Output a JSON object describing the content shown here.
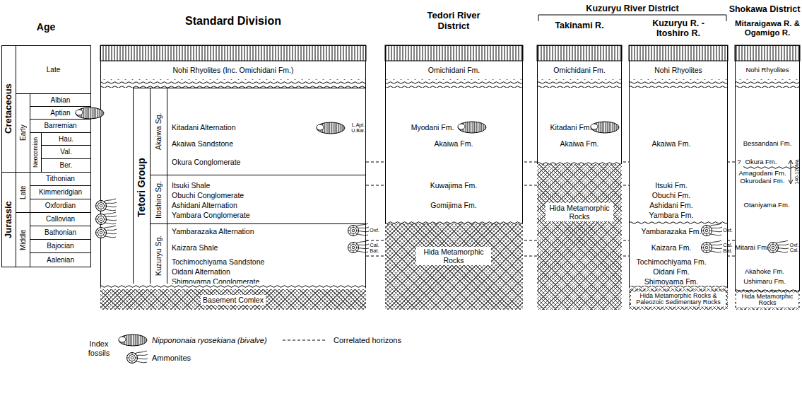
{
  "diagram": {
    "nodes": [
      {
        "text": [
          "Age"
        ]
      },
      {
        "text": [
          "Cretaceous"
        ],
        "in": 0
      },
      {
        "text": [
          "Late"
        ],
        "in": 0
      },
      {
        "text": [
          "Early"
        ],
        "in": 0
      },
      {
        "text": [
          "Albian"
        ],
        "in": 0
      },
      {
        "text": [
          "Aptian"
        ],
        "in": 0
      },
      {
        "text": [
          "Barremian"
        ],
        "in": 0
      },
      {
        "text": [
          "Neocomian"
        ],
        "in": 0
      },
      {
        "text": [
          "Hau."
        ],
        "in": 0
      },
      {
        "text": [
          "Val."
        ],
        "in": 0
      },
      {
        "text": [
          "Ber."
        ],
        "in": 0
      },
      {
        "text": [
          "Jurassic"
        ],
        "in": 0
      },
      {
        "text": [
          "Late"
        ],
        "in": 0
      },
      {
        "text": [
          "Tithonian"
        ],
        "in": 0
      },
      {
        "text": [
          "Kimmeridgian"
        ],
        "in": 0
      },
      {
        "text": [
          "Oxfordian"
        ],
        "in": 0
      },
      {
        "text": [
          "Callovian"
        ],
        "in": 0
      },
      {
        "text": [
          "Bathonian"
        ],
        "in": 0
      },
      {
        "text": [
          "Middle"
        ],
        "in": 0
      },
      {
        "text": [
          "Bajocian"
        ],
        "in": 0
      },
      {
        "text": [
          "Aalenian"
        ],
        "in": 0
      },
      {
        "text": [
          "Standard Division"
        ]
      },
      {
        "text": [
          "Nohi Rhyolites (Inc. Omichidani Fm.)"
        ],
        "in": 21
      },
      {
        "text": [
          "Tetori Group"
        ],
        "in": 21
      },
      {
        "text": [
          "Akaiwa Sg."
        ],
        "in": 21
      },
      {
        "text": [
          "Kitadani Alternation",
          "Akaiwa Sandstone",
          "Okura Conglomerate"
        ],
        "in": 21
      },
      {
        "text": [
          "Itoshiro Sg."
        ],
        "in": 21
      },
      {
        "text": [
          "Itsuki Shale",
          "Obuchi Conglomerate",
          "Ashidani Alternation",
          "Yambara Conglomerate"
        ],
        "in": 21
      },
      {
        "text": [
          "Kuzuryu Sg."
        ],
        "in": 21
      },
      {
        "text": [
          "Yambarazaka Alternation",
          "Kaizara Shale",
          "Tochimochiyama Sandstone",
          "Oidani Alternation",
          "Shimoyama Conglomerate"
        ],
        "in": 21
      },
      {
        "text": [
          "Basement Comlex"
        ],
        "in": 21
      },
      {
        "text": [
          "Tedori River District"
        ]
      },
      {
        "text": [
          "Omichidani Fm."
        ],
        "in": 31
      },
      {
        "text": [
          "Myodani Fm.",
          "Akaiwa Fm.",
          "Kuwajima Fm.",
          "Gomijima Fm."
        ],
        "in": 31
      },
      {
        "text": [
          "Hida Metamorphic Rocks"
        ],
        "in": 31
      },
      {
        "text": [
          "Takinami R."
        ]
      },
      {
        "text": [
          "Omichidani Fm."
        ],
        "in": 35
      },
      {
        "text": [
          "Kitadani Fm.",
          "Akaiwa Fm."
        ],
        "in": 35
      },
      {
        "text": [
          "Hida Metamorphic Rocks"
        ],
        "in": 35
      },
      {
        "text": [
          "Kuzuryu R. - Itoshiro R."
        ]
      },
      {
        "text": [
          "Nohi Rhyolites"
        ],
        "in": 39
      },
      {
        "text": [
          "Akaiwa Fm.",
          "Itsuki Fm.",
          "Obuchi Fm.",
          "Ashidani Fm.",
          "Yambara Fm.",
          "Yambarazaka Fm.",
          "Kaizara Fm.",
          "Tochimochiyama Fm.",
          "Oidani Fm.",
          "Shimoyama Fm."
        ],
        "in": 39
      },
      {
        "text": [
          "Hida Metamorphic Rocks & Paleozoic Sedimentary Rocks"
        ],
        "in": 39
      },
      {
        "text": [
          "Shokawa District",
          "Mitaraigawa R. & Ogamigo R."
        ]
      },
      {
        "text": [
          "Nohi Rhyolites"
        ],
        "in": 43
      },
      {
        "text": [
          "Bessandani Fm.",
          "Okura Fm.",
          "Amagodani Fm.",
          "Okurodani Fm.",
          "Otaniyama Fm.",
          "Mitarai Fm.",
          "Akahoke Fm.",
          "Ushimaru Fm."
        ],
        "in": 43
      },
      {
        "text": [
          "Hida Metamorphic Rocks"
        ],
        "in": 43
      }
    ],
    "edges": [
      {
        "from": 25,
        "to": 45,
        "arrow": "none"
      },
      {
        "from": 27,
        "to": 41,
        "arrow": "none"
      },
      {
        "from": 29,
        "to": 45,
        "arrow": "none"
      },
      {
        "from": 29,
        "to": 45,
        "arrow": "none"
      }
    ],
    "labels": [
      "Kuzuryu River District",
      "L.Apt. U.Bar.",
      "Oxf.",
      "Cal. Bat.",
      "Oxf.",
      "Cal. Bat.",
      "Oxf. Cal.",
      "?",
      "140-120Ma",
      "Index fossils"
    ],
    "legend": [
      {
        "text": "Nippononaia ryosekiana (bivalve)"
      },
      {
        "text": "Ammonites"
      },
      {
        "text": "Correlated horizons"
      }
    ]
  }
}
